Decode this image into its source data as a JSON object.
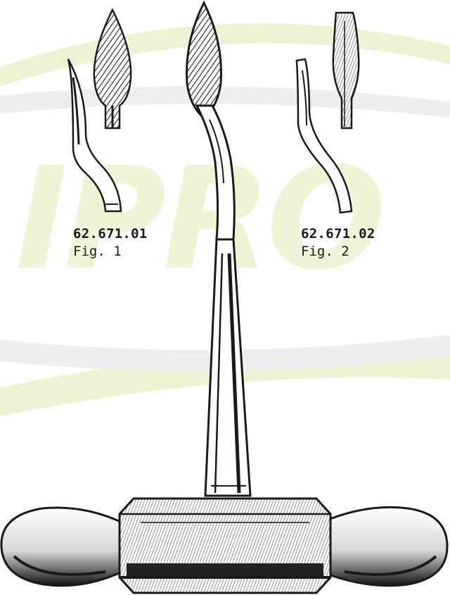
{
  "watermark": {
    "color_green": "#e8f0c8",
    "color_gray": "#eeeeee"
  },
  "figures": [
    {
      "code": "62.671.01",
      "label": "Fig. 1"
    },
    {
      "code": "62.671.02",
      "label": "Fig. 2"
    }
  ],
  "instrument": {
    "illustration_icon": "t-handle-awl-icon",
    "line_color": "#1a1a1a"
  }
}
